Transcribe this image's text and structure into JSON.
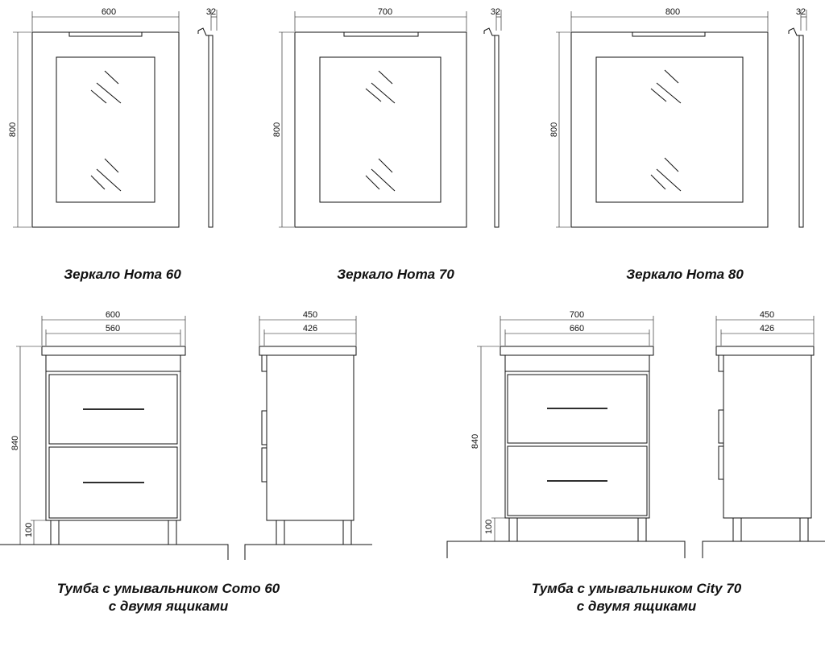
{
  "mirrors": [
    {
      "caption": "Зеркало Нота 60",
      "width": "600",
      "height": "800",
      "depth": "32"
    },
    {
      "caption": "Зеркало Нота 70",
      "width": "700",
      "height": "800",
      "depth": "32"
    },
    {
      "caption": "Зеркало Нота 80",
      "width": "800",
      "height": "800",
      "depth": "32"
    }
  ],
  "cabinets": [
    {
      "caption_line1": "Тумба с умывальником Como 60",
      "caption_line2": "с двумя ящиками",
      "front_width": "600",
      "front_inner_width": "560",
      "side_depth": "450",
      "side_inner_depth": "426",
      "height": "840",
      "leg_height": "100"
    },
    {
      "caption_line1": "Тумба с умывальником City 70",
      "caption_line2": "с двумя ящиками",
      "front_width": "700",
      "front_inner_width": "660",
      "side_depth": "450",
      "side_inner_depth": "426",
      "height": "840",
      "leg_height": "100"
    }
  ]
}
